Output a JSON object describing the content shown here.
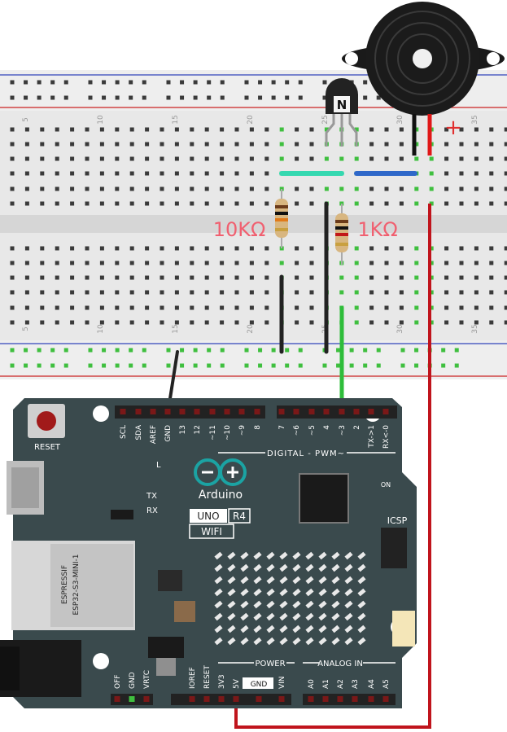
{
  "breadboard": {
    "column_numbers": [
      "5",
      "10",
      "15",
      "20",
      "25",
      "30",
      "35"
    ]
  },
  "components": {
    "resistor_left_label": "10KΩ",
    "resistor_right_label": "1KΩ",
    "buzzer_plus": "+",
    "transistor_mark": "N"
  },
  "board": {
    "reset_label": "RESET",
    "brand": "Arduino",
    "model": "UNO",
    "revision": "R4",
    "wifi": "WIFI",
    "digital_header": "DIGITAL - PWM~",
    "power_header": "POWER",
    "analog_header": "ANALOG IN",
    "icsp": "ICSP",
    "on": "ON",
    "led_l": "L",
    "tx": "TX",
    "rx": "RX",
    "module_line1": "ESPRESSIF",
    "module_line2": "ESP32-S3-MINI-1",
    "top_pins": [
      "SCL",
      "SDA",
      "AREF",
      "GND",
      "13",
      "12",
      "~11",
      "~10",
      "~9",
      "8",
      "7",
      "~6",
      "~5",
      "4",
      "~3",
      "2",
      "TX->1",
      "RX<-0"
    ],
    "bottom_pins": [
      "IOREF",
      "RESET",
      "3V3",
      "5V",
      "GND",
      "VIN",
      "A0",
      "A1",
      "A2",
      "A3",
      "A4",
      "A5"
    ],
    "left_pins": [
      "OFF",
      "GND",
      "VRTC"
    ]
  },
  "colors": {
    "wire_black": "#222222",
    "wire_green": "#2ebd3a",
    "wire_red": "#c0141c",
    "wire_teal": "#35d8b0",
    "wire_blue": "#2f68c9",
    "board_bg": "#3a4a4d",
    "label_pink": "#f06070"
  }
}
